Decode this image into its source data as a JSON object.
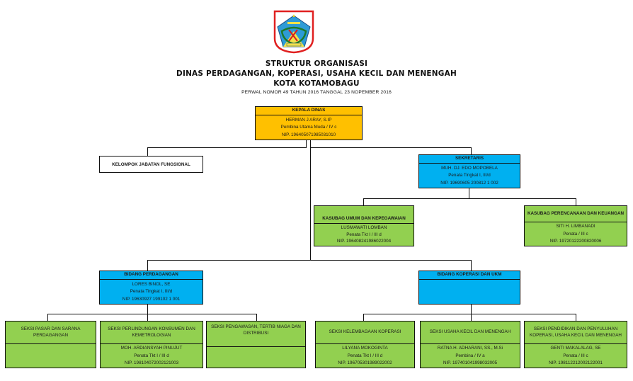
{
  "header": {
    "logo": "kota-kotamobagu-emblem",
    "title_line1": "STRUKTUR ORGANISASI",
    "title_line2": "DINAS PERDAGANGAN, KOPERASI, USAHA KECIL DAN MENENGAH",
    "title_line3": "KOTA KOTAMOBAGU",
    "subtitle": "PERWAL NOMOR 49 TAHUN 2016 TANGGAL 23 NOPEMBER 2016"
  },
  "colors": {
    "head": "#ffc000",
    "bidang": "#00b0f0",
    "seksi": "#92d050",
    "line": "#111111"
  },
  "kepala_dinas": {
    "title": "KEPALA DINAS",
    "name": "HERMAN J ARAY, S.IP",
    "rank": "Pembina Utama Muda / IV c",
    "nip": "NIP. 196405071985031010"
  },
  "kelompok": {
    "title": "KELOMPOK JABATAN FUNGSIONAL"
  },
  "sekretaris": {
    "title": "SEKRETARIS",
    "name": "MUH. DJ. EDO MOPOBELA",
    "rank": "Penata Tingkat I, III/d",
    "nip": "NIP. 19690605 200812 1 002"
  },
  "kasubag": [
    {
      "title": "KASUBAG UMUM DAN KEPEGAWAIAN",
      "name": "LUSMAWATI LOMBAN",
      "rank": "Penata Tkt I / III d",
      "nip": "NIP. 196408241986022004"
    },
    {
      "title": "KASUBAG PERENCANAAN DAN KEUANGAN",
      "name": "SITI H. LIMBANADI",
      "rank": "Penata / III c",
      "nip": "NIP. 19720122200820006"
    }
  ],
  "bidang": [
    {
      "title": "BIDANG PERDAGANGAN",
      "name": "LORES BINOL, SE",
      "rank": "Penata Tingkat I, III/d",
      "nip": "NIP. 19630927 199102 1 001"
    },
    {
      "title": "BIDANG KOPERASI DAN UKM",
      "name": "",
      "rank": "",
      "nip": ""
    }
  ],
  "seksi": [
    {
      "title": "SEKSI PASAR DAN SARANA PERDAGANGAN",
      "name": "",
      "rank": "",
      "nip": ""
    },
    {
      "title": "SEKSI PERLINDUNGAN KONSUMEN DAN KEMETROLOGIAN",
      "name": "MOH. ARDIANSYAH PINUJUT",
      "rank": "Penata Tkt I / III d",
      "nip": "NIP. 198104072002121003"
    },
    {
      "title": "SEKSI PENGAWASAN, TERTIB NIAGA DAN DISTRIBUSI",
      "name": "",
      "rank": "",
      "nip": ""
    },
    {
      "title": "SEKSI KELEMBAGAAN KOPERASI",
      "name": "LILYANA MOKOGINTA",
      "rank": "Penata Tkt I / III d",
      "nip": "NIP. 196705301989022002"
    },
    {
      "title": "SEKSI USAHA KECIL DAN MENENGAH",
      "name": "RATNA H. ADHARANI, SS., M.Si",
      "rank": "Pembina / IV a",
      "nip": "NIP. 197401041998032005"
    },
    {
      "title": "SEKSI PENDIDIKAN DAN PENYULUHAN KOPERASI, USAHA KECIL DAN MENENGAH",
      "name": "GENTI MAKALALAG, SE",
      "rank": "Penata / III c",
      "nip": "NIP. 198112212002122001"
    }
  ]
}
